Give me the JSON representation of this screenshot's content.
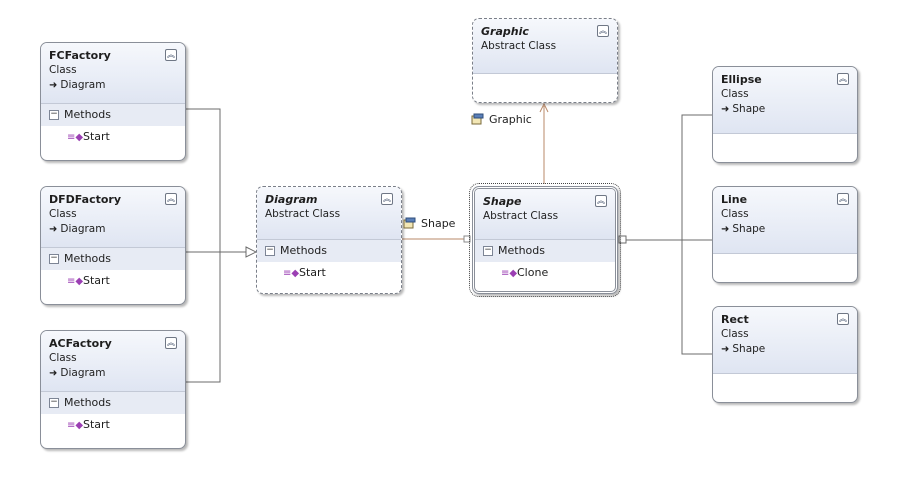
{
  "boxes": {
    "fcfactory": {
      "name": "FCFactory",
      "kind": "Class",
      "base": "Diagram",
      "section": "Methods",
      "member": "Start"
    },
    "dfdfactory": {
      "name": "DFDFactory",
      "kind": "Class",
      "base": "Diagram",
      "section": "Methods",
      "member": "Start"
    },
    "acfactory": {
      "name": "ACFactory",
      "kind": "Class",
      "base": "Diagram",
      "section": "Methods",
      "member": "Start"
    },
    "diagram": {
      "name": "Diagram",
      "kind": "Abstract Class",
      "section": "Methods",
      "member": "Start"
    },
    "shape": {
      "name": "Shape",
      "kind": "Abstract Class",
      "section": "Methods",
      "member": "Clone"
    },
    "graphic": {
      "name": "Graphic",
      "kind": "Abstract Class"
    },
    "ellipse": {
      "name": "Ellipse",
      "kind": "Class",
      "base": "Shape"
    },
    "line": {
      "name": "Line",
      "kind": "Class",
      "base": "Shape"
    },
    "rect": {
      "name": "Rect",
      "kind": "Class",
      "base": "Shape"
    }
  },
  "associations": {
    "shape_label": "Shape",
    "graphic_label": "Graphic"
  },
  "icons": {
    "collapse": "double-chevron-up-icon",
    "inherit": "arrow-right-icon",
    "method": "method-icon",
    "association": "association-property-icon"
  },
  "colors": {
    "header_gradient_top": "#f6f8fc",
    "header_gradient_bottom": "#dfe5f2",
    "section_bg": "#e7ebf4",
    "border": "#8a8f99",
    "connector": "#6b6b6b",
    "association_line": "#b98a6a",
    "method_icon": "#9b3fb3"
  }
}
